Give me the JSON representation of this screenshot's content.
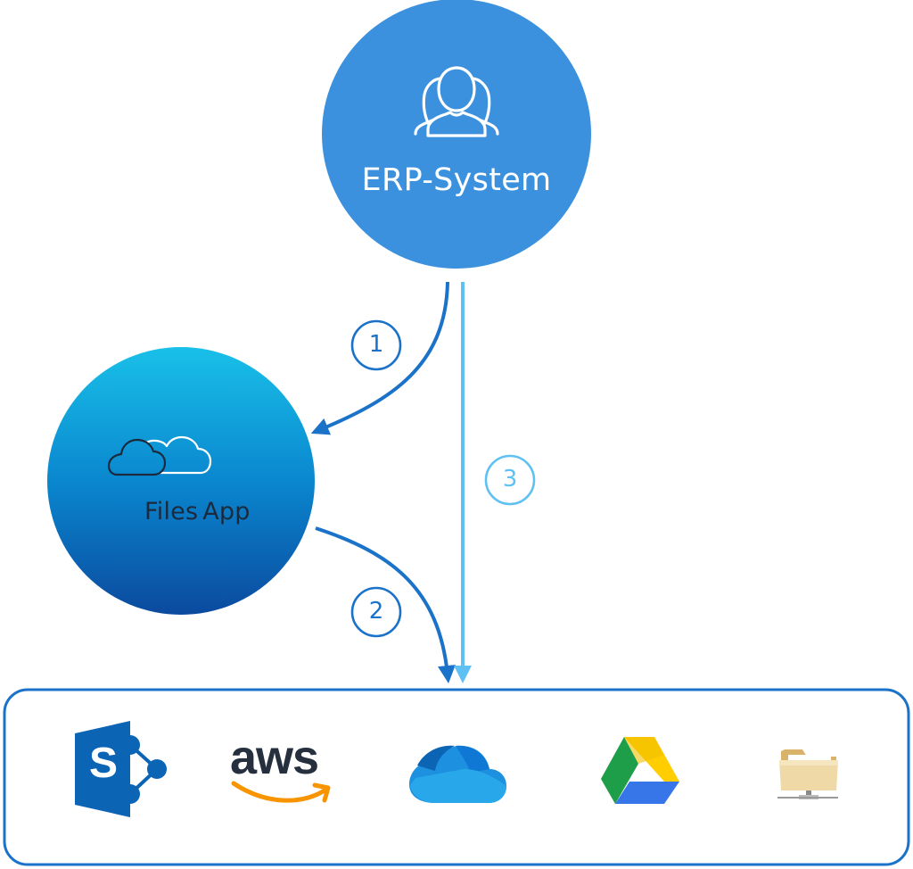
{
  "nodes": {
    "erp": {
      "label": "ERP-System",
      "icon": "users-group-icon",
      "color": "#3b91dd"
    },
    "filesapp": {
      "label_part1": "Files",
      "label_part2": "App",
      "icon": "double-cloud-icon",
      "color_top": "#18bde6",
      "color_bottom": "#0b4aa0"
    }
  },
  "steps": [
    {
      "label": "1",
      "color": "#1a72c9"
    },
    {
      "label": "2",
      "color": "#1a72c9"
    },
    {
      "label": "3",
      "color": "#5fc1f3"
    }
  ],
  "storage_targets": {
    "border_color": "#1a72c9",
    "items": [
      {
        "name": "sharepoint",
        "icon": "sharepoint-icon",
        "letter": "S"
      },
      {
        "name": "aws",
        "icon": "aws-icon",
        "text": "aws"
      },
      {
        "name": "onedrive",
        "icon": "onedrive-icon"
      },
      {
        "name": "google-drive",
        "icon": "google-drive-icon"
      },
      {
        "name": "network-folder",
        "icon": "network-folder-icon"
      }
    ]
  }
}
